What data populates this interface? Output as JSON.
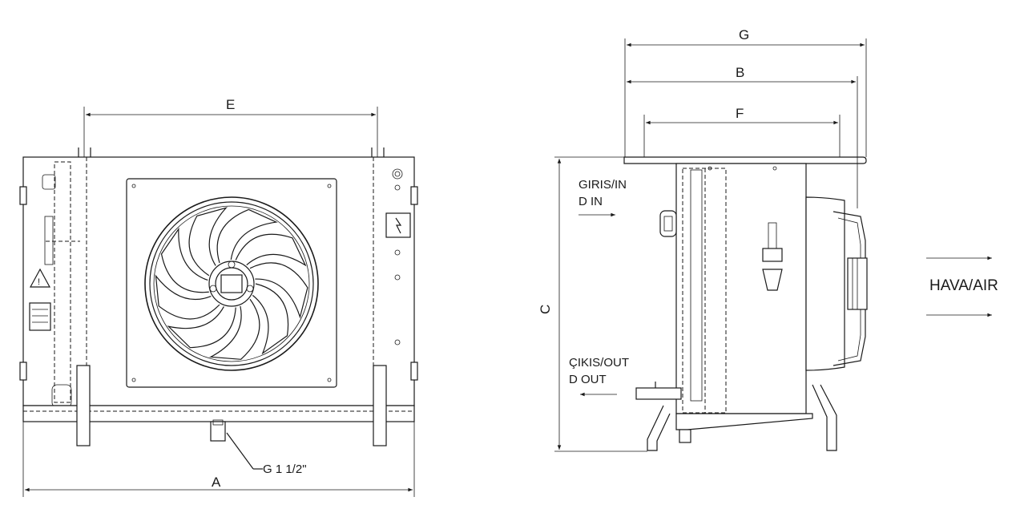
{
  "front_view": {
    "dimensions": {
      "width": "A",
      "fan_pitch": "E"
    },
    "drain_connection": "G 1 1/2\""
  },
  "side_view": {
    "dimensions": {
      "overall": "G",
      "depth": "B",
      "inner": "F",
      "height": "C"
    },
    "inlet": {
      "line1": "GIRIS/IN",
      "line2": "D IN"
    },
    "outlet": {
      "line1": "ÇIKIS/OUT",
      "line2": "D OUT"
    },
    "airflow": "HAVA/AIR"
  },
  "icons": [
    "fan-icon",
    "warning-triangle-icon",
    "electrical-box-icon",
    "spec-plate-icon",
    "dimension-arrow-icon",
    "air-arrow-icon"
  ],
  "colors": {
    "line": "#1a1a1a",
    "background": "#ffffff"
  }
}
